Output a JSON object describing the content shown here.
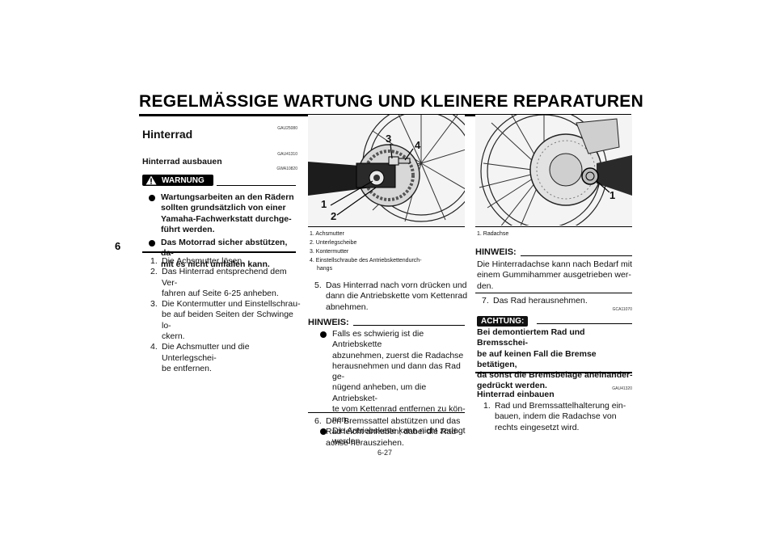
{
  "header": {
    "title": "REGELMÄSSIGE WARTUNG UND KLEINERE REPARATUREN",
    "chapter_tab": "6"
  },
  "left_column": {
    "code_1": "GAU25080",
    "heading": "Hinterrad",
    "code_2": "GAU41310",
    "subheading": "Hinterrad ausbauen",
    "code_3": "GWA10820",
    "warning_label": "WARNUNG",
    "warning_items": [
      "Wartungsarbeiten an den Rädern sollten grundsätzlich von einer Yamaha-Fachwerkstatt durchgeführt werden.",
      "Das Motorrad sicher abstützen, damit es nicht umfallen kann."
    ],
    "warning_lines": [
      [
        "Wartungsarbeiten an den Rädern",
        "sollten grundsätzlich von einer",
        "Yamaha-Fachwerkstatt durchge-",
        "führt werden."
      ],
      [
        "Das Motorrad sicher abstützen, da-",
        "mit es nicht umfallen kann."
      ]
    ],
    "steps": [
      {
        "num": "1.",
        "lines": [
          "Die Achsmutter lösen."
        ]
      },
      {
        "num": "2.",
        "lines": [
          "Das Hinterrad entsprechend dem Ver-",
          "fahren auf Seite 6-25 anheben."
        ]
      },
      {
        "num": "3.",
        "lines": [
          "Die Kontermutter und Einstellschrau-",
          "be auf beiden Seiten der Schwinge lo-",
          "ckern."
        ]
      },
      {
        "num": "4.",
        "lines": [
          "Die Achsmutter und die Unterlegschei-",
          "be entfernen."
        ]
      }
    ]
  },
  "middle_column": {
    "figure_labels": [
      "1",
      "2",
      "3",
      "4"
    ],
    "captions": [
      "1. Achsmutter",
      "2. Unterlegscheibe",
      "3. Kontermutter",
      "4. Einstellschraube des Antriebskettendurch-",
      "hangs"
    ],
    "step_5": {
      "num": "5.",
      "lines": [
        "Das Hinterrad nach vorn drücken und",
        "dann die Antriebskette vom Kettenrad",
        "abnehmen."
      ]
    },
    "hinweis_label": "HINWEIS:",
    "hinweis_items": [
      [
        "Falls es schwierig ist die Antriebskette",
        "abzunehmen, zuerst die Radachse",
        "herausnehmen und dann das Rad ge-",
        "nügend anheben, um die Antriebsket-",
        "te vom Kettenrad entfernen zu kön-",
        "nen."
      ],
      [
        "Die Antriebskette kann nicht zerlegt",
        "werden."
      ]
    ],
    "step_6": {
      "num": "6.",
      "lines": [
        "Den Bremssattel abstützen und das",
        "Rad leicht anheben; dabei die Rad-",
        "achse herausziehen."
      ]
    }
  },
  "right_column": {
    "figure_label": "1",
    "caption": "1. Radachse",
    "hinweis_label": "HINWEIS:",
    "hinweis_lines": [
      "Die Hinterradachse kann nach Bedarf mit",
      "einem Gummihammer ausgetrieben wer-",
      "den."
    ],
    "step_7": {
      "num": "7.",
      "lines": [
        "Das Rad herausnehmen."
      ]
    },
    "code_caution": "GCA11070",
    "caution_label": "ACHTUNG:",
    "caution_lines": [
      "Bei demontiertem Rad und Bremsschei-",
      "be auf keinen Fall die Bremse betätigen,",
      "da sonst die Bremsbeläge aneinander-",
      "gedrückt werden."
    ],
    "code_install": "GAU41320",
    "install_heading": "Hinterrad einbauen",
    "install_step_1": {
      "num": "1.",
      "lines": [
        "Rad und Bremssattelhalterung ein-",
        "bauen, indem die Radachse von",
        "rechts eingesetzt wird."
      ]
    }
  },
  "footer": {
    "page_number": "6-27"
  }
}
